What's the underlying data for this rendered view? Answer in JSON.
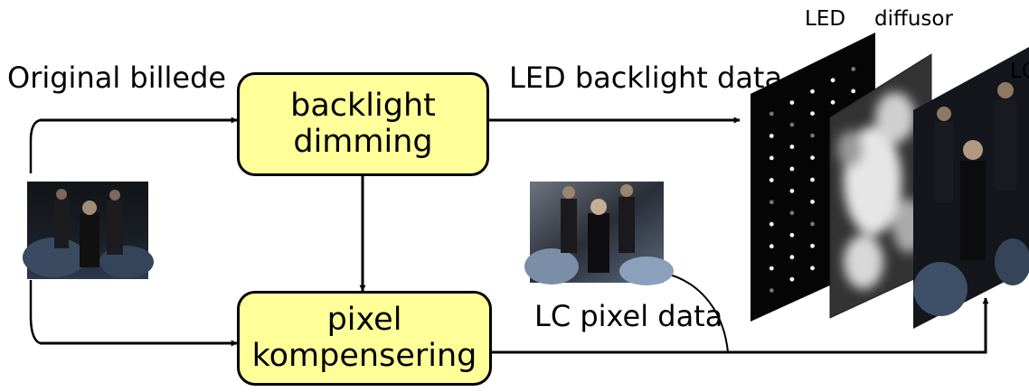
{
  "labels": {
    "original": "Original billede",
    "led_data": "LED backlight data",
    "lc_pixel_data": "LC pixel data",
    "led_layer": "LED",
    "diffusor_layer": "diffusor",
    "lc_layer": "LC"
  },
  "boxes": {
    "backlight": {
      "line1": "backlight",
      "line2": "dimming"
    },
    "pixel": {
      "line1": "pixel",
      "line2": "kompensering"
    }
  },
  "colors": {
    "box_fill": "#ffff99",
    "stroke": "#000000",
    "led_panel": "#050505",
    "led_dot": "#ffffff"
  },
  "images": {
    "original_thumbnail": "photo-dark-stage-scene",
    "lc_thumbnail": "photo-compensated-stage-scene",
    "diffusor_layer": "blurred-grayscale-pattern",
    "lc_layer": "photo-stage-scene-panel"
  }
}
